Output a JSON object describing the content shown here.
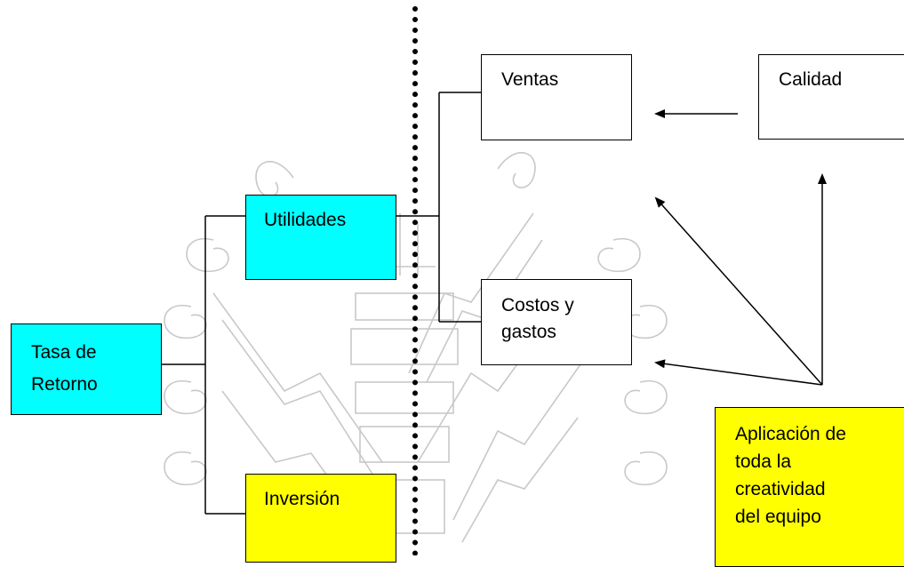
{
  "colors": {
    "cyan": "#00ffff",
    "yellow": "#ffff00",
    "line": "#000000",
    "watermark": "#c8c8c8"
  },
  "diagram": {
    "tasa": {
      "label": "Tasa de\nRetorno",
      "fill": "#00ffff"
    },
    "utilidades": {
      "label": "Utilidades",
      "fill": "#00ffff"
    },
    "inversion": {
      "label": "Inversión",
      "fill": "#ffff00"
    },
    "ventas": {
      "label": "Ventas",
      "fill": "#ffffff"
    },
    "calidad": {
      "label": "Calidad",
      "fill": "#ffffff"
    },
    "costos": {
      "label": "Costos y\ngastos",
      "fill": "#ffffff"
    },
    "aplicacion": {
      "label": "Aplicación de\ntoda la\ncreatividad\ndel equipo",
      "fill": "#ffff00"
    }
  }
}
